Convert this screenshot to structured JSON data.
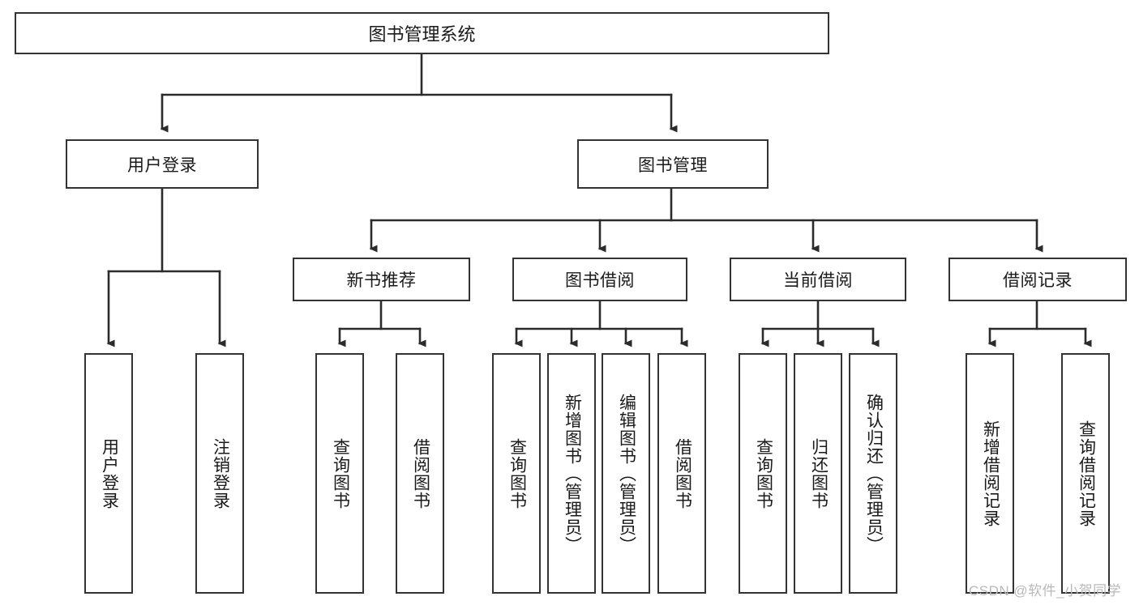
{
  "diagram": {
    "title": "图书管理系统",
    "type": "tree-hierarchy",
    "root": {
      "label": "图书管理系统"
    },
    "level1": [
      {
        "label": "用户登录"
      },
      {
        "label": "图书管理"
      }
    ],
    "level2": [
      {
        "label": "新书推荐"
      },
      {
        "label": "图书借阅"
      },
      {
        "label": "当前借阅"
      },
      {
        "label": "借阅记录"
      }
    ],
    "leaves": {
      "user_login": [
        {
          "label": "用户登录"
        },
        {
          "label": "注销登录"
        }
      ],
      "new_book_recommend": [
        {
          "label": "查询图书"
        },
        {
          "label": "借阅图书"
        }
      ],
      "book_borrow": [
        {
          "label": "查询图书"
        },
        {
          "label": "新增图书（管理员）"
        },
        {
          "label": "编辑图书（管理员）"
        },
        {
          "label": "借阅图书"
        }
      ],
      "current_borrow": [
        {
          "label": "查询图书"
        },
        {
          "label": "归还图书"
        },
        {
          "label": "确认归还（管理员）"
        }
      ],
      "borrow_records": [
        {
          "label": "新增借阅记录"
        },
        {
          "label": "查询借阅记录"
        }
      ]
    }
  },
  "watermark": {
    "text": "CSDN @软件_小贺同学"
  },
  "colors": {
    "box_border": "#333333",
    "connector": "#2b2b2b",
    "background": "#ffffff",
    "text": "#1a1a1a",
    "watermark": "#b9b9b9"
  }
}
